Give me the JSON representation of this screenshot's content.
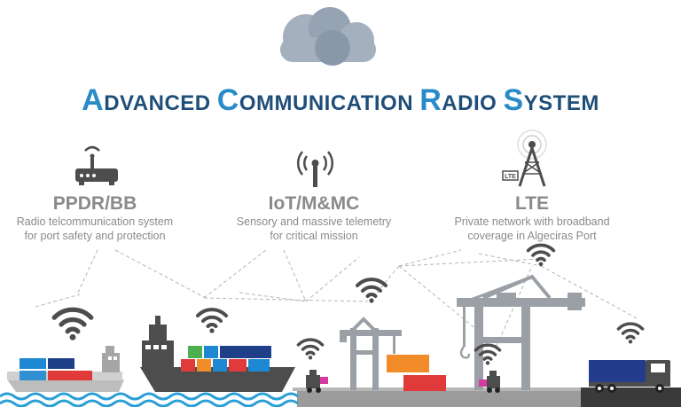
{
  "title": {
    "words": [
      {
        "cap": "A",
        "rest": "DVANCED"
      },
      {
        "cap": "C",
        "rest": "OMMUNICATION"
      },
      {
        "cap": "R",
        "rest": "ADIO"
      },
      {
        "cap": "S",
        "rest": "YSTEM"
      }
    ]
  },
  "columns": [
    {
      "id": "ppdr",
      "heading": "PPDR/BB",
      "line1": "Radio telcommunication system",
      "line2": "for port safety and protection"
    },
    {
      "id": "iot",
      "heading": "IoT/M&MC",
      "line1": "Sensory and massive telemetry",
      "line2": "for critical mission"
    },
    {
      "id": "lte",
      "heading": "LTE",
      "line1": "Private network with broadband",
      "line2": "coverage in Algeciras Port"
    }
  ],
  "tower_badge": "LTE",
  "colors": {
    "title_dark": "#1f4e79",
    "title_accent": "#2a8bc9",
    "gray_text": "#8a8a8a",
    "hull": "#4d4d4d",
    "crane": "#9aa0a6",
    "water": "#2a9fd6",
    "truck_trailer": "#233c8c",
    "container_blue": "#1e88d2",
    "container_red": "#e03a3a",
    "container_orange": "#f28c28",
    "container_green": "#4caf50",
    "container_magenta": "#d63aa0"
  }
}
